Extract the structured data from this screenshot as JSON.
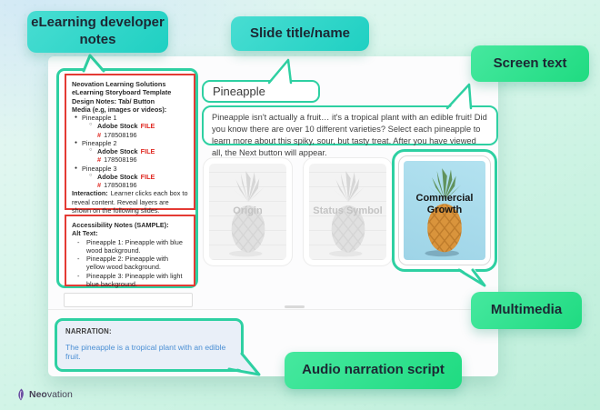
{
  "callouts": {
    "developer_notes": "eLearning developer notes",
    "slide_title": "Slide title/name",
    "screen_text": "Screen text",
    "multimedia": "Multimedia",
    "audio_narration": "Audio narration script"
  },
  "page": {
    "developer_notes_box": {
      "org_line1": "Neovation Learning Solutions",
      "org_line2": "eLearning Storyboard Template",
      "design_notes": "Design Notes: Tab/ Button",
      "media_heading": "Media (e.g, images or videos):",
      "media_items": [
        {
          "name": "Pineapple 1",
          "source": "Adobe Stock",
          "file_label": "FILE #",
          "file_number": "178508196"
        },
        {
          "name": "Pineapple 2",
          "source": "Adobe Stock",
          "file_label": "FILE #",
          "file_number": "178508196"
        },
        {
          "name": "Pineapple 3",
          "source": "Adobe Stock",
          "file_label": "FILE #",
          "file_number": "178508196"
        }
      ],
      "interaction_label": "Interaction:",
      "interaction_text": "Learner clicks each box to reveal content. Reveal layers are shown on the following slides."
    },
    "accessibility_box": {
      "heading": "Accessibility Notes (SAMPLE):",
      "alt_text_label": "Alt Text:",
      "items": [
        "Pineapple 1: Pineapple with blue wood background.",
        "Pineapple 2: Pineapple with yellow wood background.",
        "Pineapple 3: Pineapple with light blue background."
      ]
    },
    "slide": {
      "title": "Pineapple",
      "screen_text": "Pineapple isn't actually a fruit… it's a tropical plant with an edible fruit! Did you know there are over 10 different varieties? Select each pineapple to learn more about this spiky, sour, but tasty treat. After you have viewed all, the Next button will appear.",
      "boxes": [
        {
          "label": "Origin",
          "state": "faded"
        },
        {
          "label": "Status Symbol",
          "state": "faded"
        },
        {
          "label": "Commercial Growth",
          "state": "revealed"
        }
      ]
    },
    "narration": {
      "label": "NARRATION:",
      "text": "The pineapple is a tropical plant with an edible fruit."
    }
  },
  "footer": {
    "brand_bold": "Neo",
    "brand_rest": "vation"
  },
  "colors": {
    "callout_teal": "#2dd4c5",
    "callout_green": "#2ee08c",
    "bubble_border": "#2ed0a2",
    "alert_red": "#e43a34",
    "file_red": "#e02b24",
    "narration_text": "#4b8fd4",
    "brand_purple": "#6b4fa1"
  }
}
